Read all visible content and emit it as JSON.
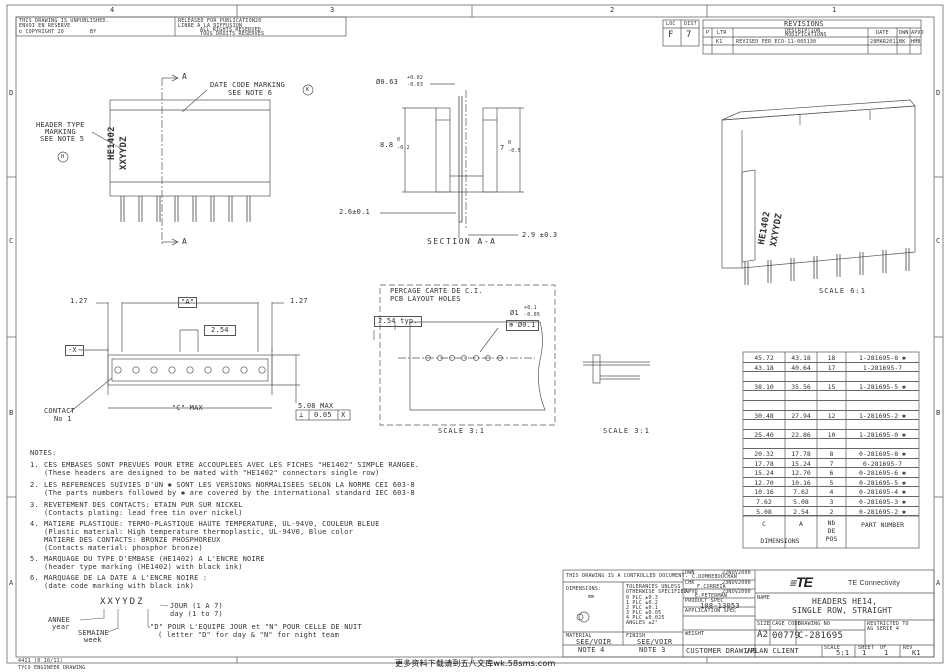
{
  "grid": {
    "cols": [
      "4",
      "3",
      "2",
      "1"
    ],
    "rows": [
      "D",
      "C",
      "B",
      "A"
    ]
  },
  "top_notice": {
    "line1": "THIS DRAWING IS UNPUBLISHED.",
    "line2": "ENVOI EN RESERVE",
    "copyright": "COPYRIGHT 20",
    "by": "BY",
    "released_1": "RELEASED FOR PUBLICATION",
    "released_2": "LIBRE A LA DIFFUSION",
    "released_3": "ALL RIGHTS RESERVED",
    "released_4": "TOUS DROITS RESERVES",
    "year": "20"
  },
  "loc_box": {
    "loc_label": "LOC",
    "loc": "F",
    "dist_label": "DIST",
    "dist": "7"
  },
  "revisions": {
    "title": "REVISIONS",
    "headers": [
      "P",
      "LTR",
      "DESCRIPTION",
      "DATE",
      "DWN",
      "APVD"
    ],
    "header_sub": "MODIFICATIONS",
    "row": {
      "ltr": "K1",
      "desc": "REVISED PER ECO-11-005130",
      "date": "28MAR2011",
      "dwn": "BK",
      "apvd": "HMB"
    }
  },
  "front_view": {
    "section_a": "A",
    "date_code_1": "DATE CODE MARKING",
    "date_code_2": "SEE NOTE 6",
    "k_mark": "K",
    "header_type_1": "HEADER TYPE",
    "header_type_2": "MARKING",
    "header_type_3": "SEE NOTE 5",
    "h_mark": "H",
    "marking_1": "HE1402",
    "marking_2": "XXYYDZ"
  },
  "section_view": {
    "dia": "Ø0.63",
    "tol_plus": "+0.02",
    "tol_minus": "-0.03",
    "dim_88": "8.8",
    "dim_88_tol": "0",
    "dim_88_tol2": "-0.2",
    "dim_7": "7",
    "dim_7_tol": "0",
    "dim_7_tol2": "-0.5",
    "dim_26": "2.6±0.1",
    "dim_29": "2.9 ±0.3",
    "label": "SECTION A-A"
  },
  "iso_view": {
    "marking_1": "HE1402",
    "marking_2": "XXYYDZ",
    "scale": "SCALE 6:1"
  },
  "bottom_view": {
    "pitch_1": "1.27",
    "pitch_2": "1.27",
    "dim_a": "\"A\"",
    "dim_254": "2.54",
    "dim_x": "-X-",
    "dim_c": "\"C\" MAX",
    "dim_508": "5.08 MAX",
    "gdt_1": "⊥",
    "gdt_2": "0.05",
    "gdt_3": "X",
    "contact_1": "CONTACT",
    "contact_2": "No 1"
  },
  "pcb_layout": {
    "title_1": "PERCAGE CARTE DE C.I.",
    "title_2": "PCB LAYOUT HOLES",
    "pitch": "2.54 typ.",
    "dia": "Ø1",
    "tol_plus": "+0.1",
    "tol_minus": "-0.05",
    "pos_sym": "⊕",
    "pos_val": "Ø0.1",
    "scale_1": "SCALE 3:1",
    "scale_2": "SCALE 3:1"
  },
  "notes": {
    "title": "NOTES:",
    "items": [
      {
        "n": "1.",
        "fr": "CES EMBASES SONT PREVUES POUR ETRE ACCOUPLEES AVEC LES FICHES \"HE1402\" SIMPLE RANGEE.",
        "en": "(These headers are designed to be mated with \"HE1402\" connectors single row)"
      },
      {
        "n": "2.",
        "fr": "LES REFERENCES SUIVIES D'UN ✱ SONT LES VERSIONS NORMALISEES SELON LA NORME CEI 603-8",
        "en": "(The parts numbers followed by ✱ are covered by the international standard IEC 603-8"
      },
      {
        "n": "3.",
        "fr": "REVETEMENT DES CONTACTS: ETAIN PUR SUR NICKEL",
        "en": "(Contacts plating: lead free tin over nickel)"
      },
      {
        "n": "4.",
        "fr": "MATIERE PLASTIQUE: TERMO-PLASTIQUE HAUTE TEMPERATURE, UL-94V0, COULEUR BLEUE",
        "en": "(Plastic material: High temperature thermoplastic, UL-94V0, Blue color",
        "fr2": "MATIERE DES CONTACTS: BRONZE PHOSPHOREUX",
        "en2": "(Contacts material: phosphor bronze)"
      },
      {
        "n": "5.",
        "fr": "MARQUAGE DU TYPE D'EMBASE (HE1402) A L'ENCRE NOIRE",
        "en": "(header type marking (HE1402) with black ink)"
      },
      {
        "n": "6.",
        "fr": "MARQUAGE DE LA DATE A L'ENCRE NOIRE :",
        "en": "(date code marking with black ink)"
      }
    ],
    "date_code": "XXYYDZ",
    "annee": "ANNEE",
    "year": "year",
    "semaine": "SEMAINE",
    "week": "week",
    "jour_1": "JOUR (1 A 7)",
    "jour_2": "day (1 to 7)",
    "dn_1": "\"D\" POUR L'EQUIPE JOUR et \"N\" POUR CELLE DE NUIT",
    "dn_2": "( letter \"D\" for day & \"N\" for night team"
  },
  "parts_table": {
    "rows": [
      {
        "c": "45.72",
        "a": "43.18",
        "nb": "18",
        "pn": "1-281695-8 ✱"
      },
      {
        "c": "43.18",
        "a": "40.64",
        "nb": "17",
        "pn": "1-281695-7"
      },
      {
        "c": "",
        "a": "",
        "nb": "",
        "pn": ""
      },
      {
        "c": "38.10",
        "a": "35.56",
        "nb": "15",
        "pn": "1-281695-5 ✱"
      },
      {
        "c": "",
        "a": "",
        "nb": "",
        "pn": ""
      },
      {
        "c": "",
        "a": "",
        "nb": "",
        "pn": ""
      },
      {
        "c": "30.48",
        "a": "27.94",
        "nb": "12",
        "pn": "1-281695-2 ✱"
      },
      {
        "c": "",
        "a": "",
        "nb": "",
        "pn": ""
      },
      {
        "c": "25.40",
        "a": "22.86",
        "nb": "10",
        "pn": "1-281695-0 ✱"
      },
      {
        "c": "",
        "a": "",
        "nb": "",
        "pn": ""
      },
      {
        "c": "20.32",
        "a": "17.78",
        "nb": "8",
        "pn": "0-281695-8 ✱"
      },
      {
        "c": "17.78",
        "a": "15.24",
        "nb": "7",
        "pn": "0-281695-7"
      },
      {
        "c": "15.24",
        "a": "12.70",
        "nb": "6",
        "pn": "0-281695-6 ✱"
      },
      {
        "c": "12.70",
        "a": "10.16",
        "nb": "5",
        "pn": "0-281695-5 ✱"
      },
      {
        "c": "10.16",
        "a": "7.62",
        "nb": "4",
        "pn": "0-281695-4 ✱"
      },
      {
        "c": "7.62",
        "a": "5.08",
        "nb": "3",
        "pn": "0-281695-3 ✱"
      },
      {
        "c": "5.08",
        "a": "2.54",
        "nb": "2",
        "pn": "0-281695-2 ✱"
      }
    ],
    "head_c": "C",
    "head_a": "A",
    "head_nb_1": "Nb",
    "head_nb_2": "DE",
    "head_nb_3": "POS",
    "head_pn": "PART NUMBER",
    "dimensions": "DIMENSIONS"
  },
  "title_block": {
    "controlled": "THIS DRAWING IS A CONTROLLED DOCUMENT.",
    "dimensions": "DIMENSIONS:",
    "mm": "mm",
    "tolerances_1": "TOLERANCES UNLESS",
    "tolerances_2": "OTHERWISE SPECIFIED:",
    "tol_lines": [
      "0 PLC ±0.3",
      "1 PLC ±0.2",
      "2 PLC ±0.1",
      "3 PLC ±0.05",
      "4 PLC ±0.025",
      "ANGLES ±2°"
    ],
    "dwn_label": "DWN",
    "dwn_name": "C.DOMBEBOUCHAN",
    "dwn_date": "22NOV2000",
    "chk_label": "CHK",
    "chk_name": "F.CORREIA",
    "chk_date": "23NOV2000",
    "appvd_label": "APVD",
    "appvd_name": "E.PETERMAN",
    "appvd_date": "23NOV2000",
    "product_spec": "PRODUCT SPEC",
    "product_spec_val": "108-13053",
    "application_spec": "APPLICATION SPEC",
    "material": "MATERIAL",
    "finish": "FINISH",
    "see_voir_1": "SEE/VOIR",
    "note_4": "NOTE 4",
    "see_voir_2": "SEE/VOIR",
    "note_3": "NOTE 3",
    "weight": "WEIGHT",
    "brand": "TE",
    "connectivity": "TE Connectivity",
    "name_label": "NAME",
    "title_1": "HEADERS HE14,",
    "title_2": "SINGLE ROW, STRAIGHT",
    "size_label": "SIZE",
    "size": "A2",
    "cage_label": "CAGE CODE",
    "cage": "00779",
    "dwg_label": "DRAWING NO",
    "dwg_no": "C-281695",
    "restricted_1": "RESTRICTED TO",
    "restricted_2": "AG SERIE 4",
    "customer": "CUSTOMER DRAWING",
    "plan_client": "/PLAN CLIENT",
    "scale_label": "SCALE",
    "scale": "5:1",
    "sheet_label": "SHEET",
    "sheet": "1",
    "of": "OF",
    "of_val": "1",
    "rev_label": "REV",
    "rev": "K1"
  },
  "footer": {
    "left": "4411 (0 10/11)",
    "left2": "TYCO ENGINEER DRAWING",
    "watermark": "更多资料下载请到五八文库wk.58sms.com"
  }
}
